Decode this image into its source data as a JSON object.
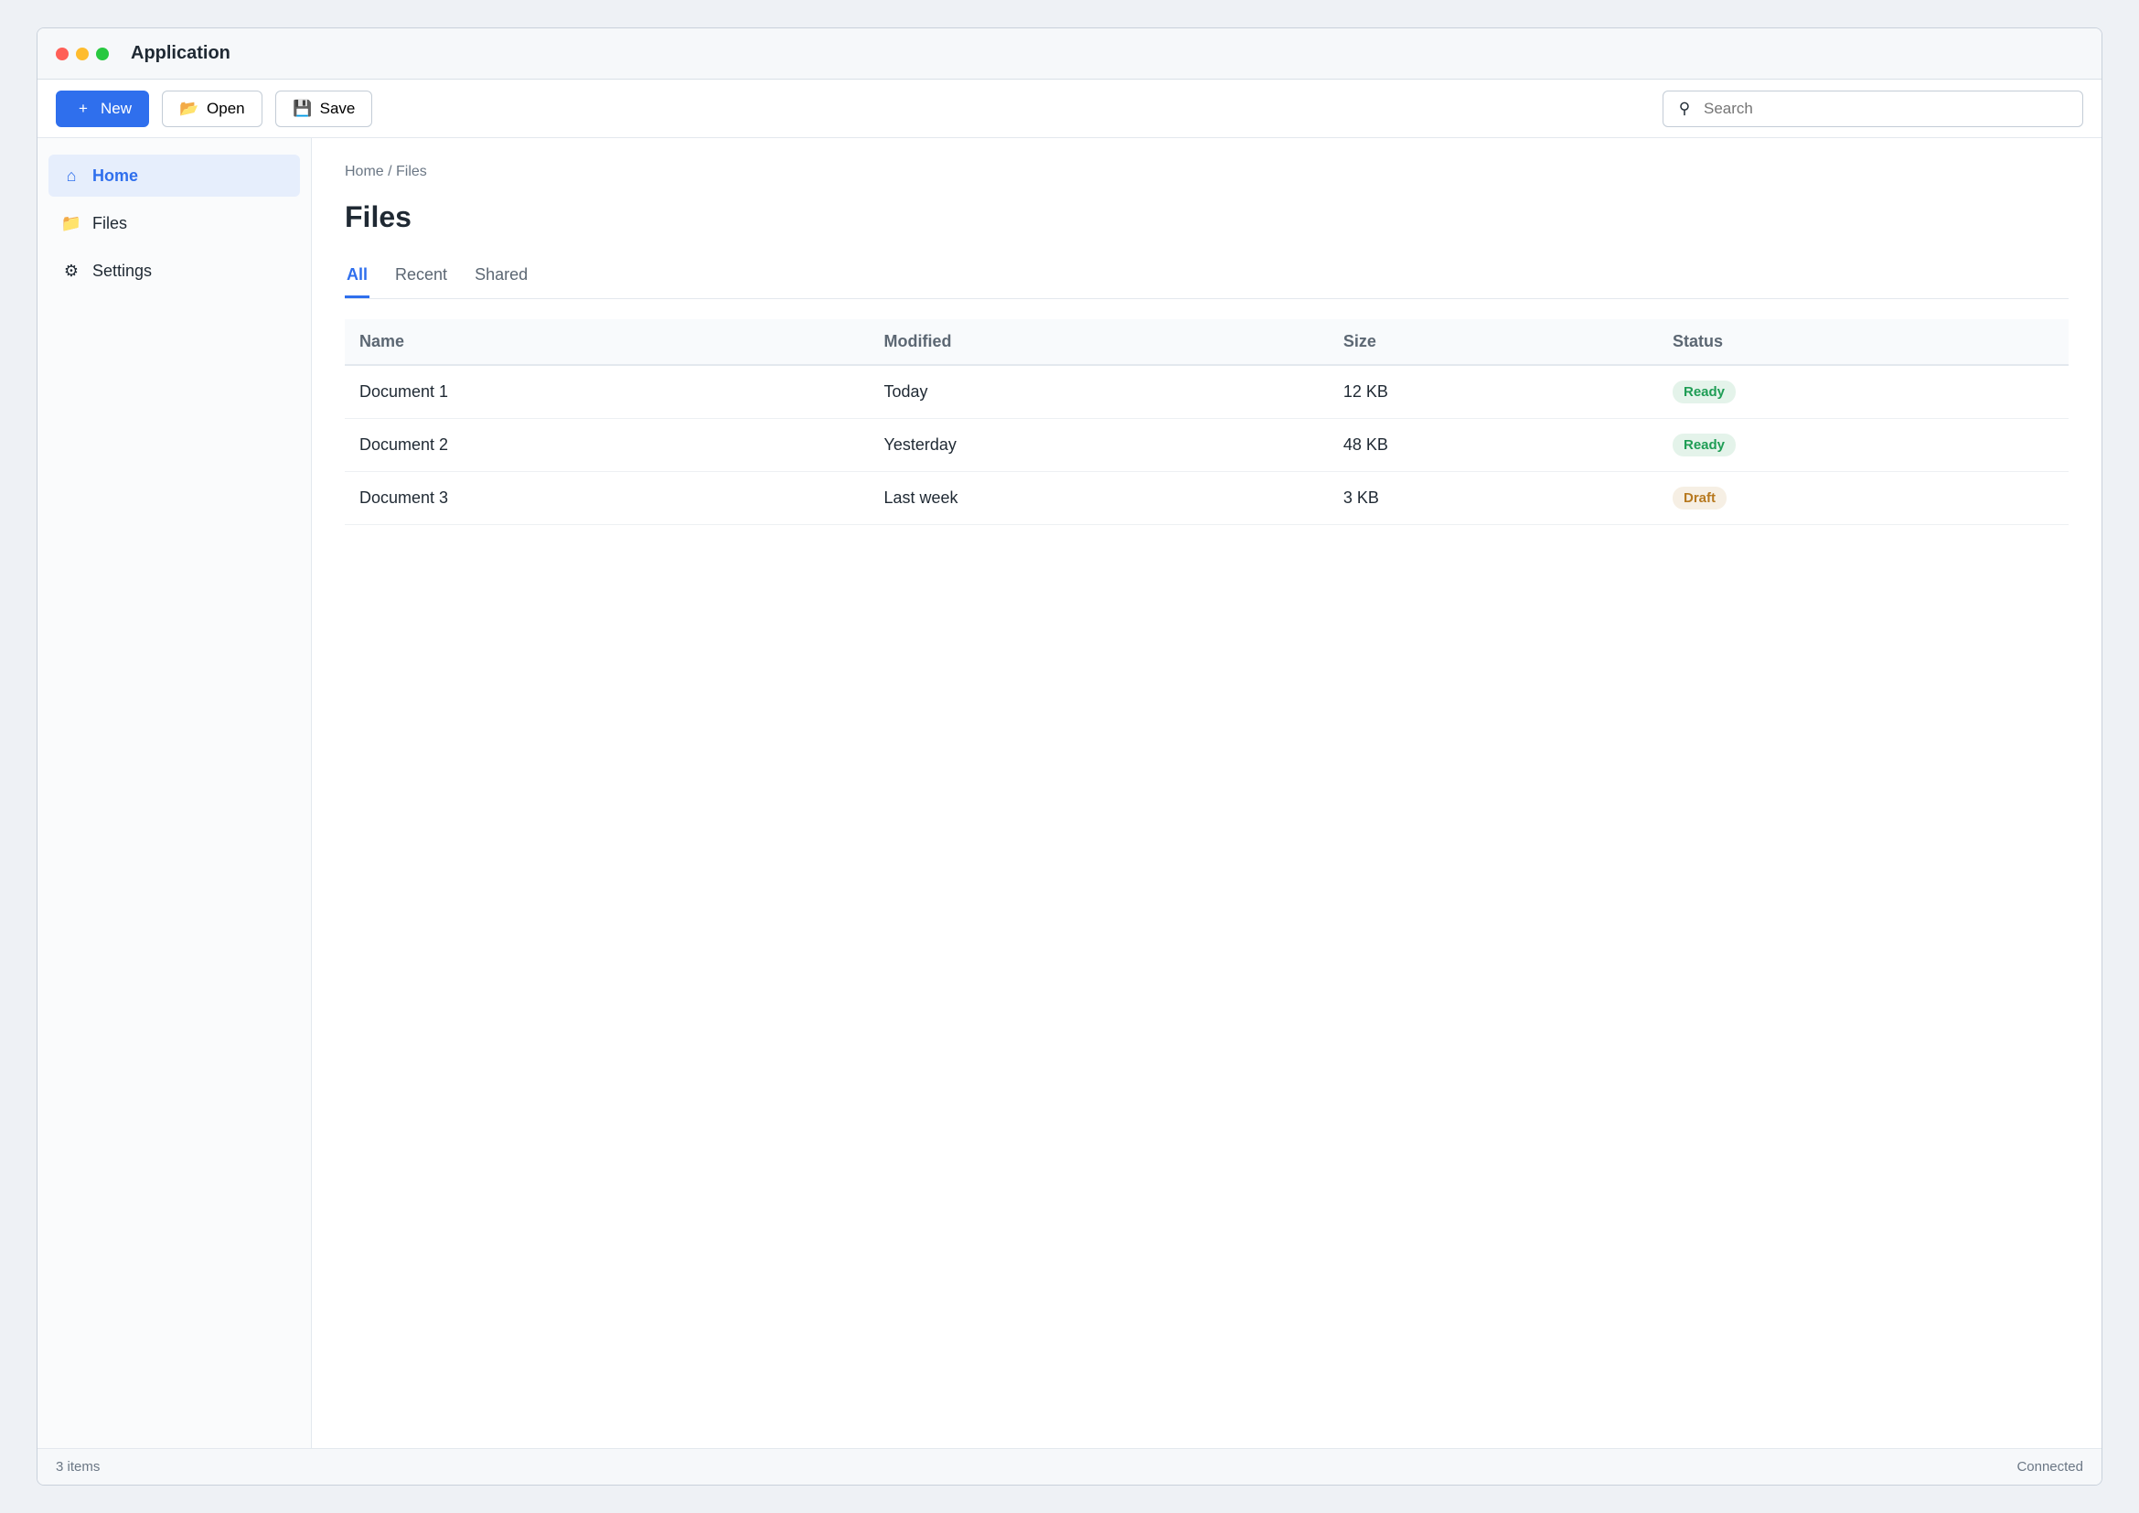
{
  "window": {
    "title": "Application"
  },
  "toolbar": {
    "new_label": "New",
    "open_label": "Open",
    "save_label": "Save",
    "search_placeholder": "Search"
  },
  "sidebar": {
    "items": [
      {
        "label": "Home",
        "icon": "home-icon"
      },
      {
        "label": "Files",
        "icon": "folder-icon"
      },
      {
        "label": "Settings",
        "icon": "gear-icon"
      }
    ]
  },
  "main": {
    "breadcrumb": "Home / Files",
    "title": "Files",
    "tabs": [
      {
        "label": "All"
      },
      {
        "label": "Recent"
      },
      {
        "label": "Shared"
      }
    ],
    "table": {
      "headers": [
        "Name",
        "Modified",
        "Size",
        "Status"
      ],
      "rows": [
        [
          "Document 1",
          "Today",
          "12 KB",
          "Ready"
        ],
        [
          "Document 2",
          "Yesterday",
          "48 KB",
          "Ready"
        ],
        [
          "Document 3",
          "Last week",
          "3 KB",
          "Draft"
        ]
      ]
    }
  },
  "colors": {
    "accent": "#2f6fed",
    "ready": "#1f9d55",
    "draft": "#b7791f"
  },
  "statusbar": {
    "left": "3 items",
    "right": "Connected"
  }
}
